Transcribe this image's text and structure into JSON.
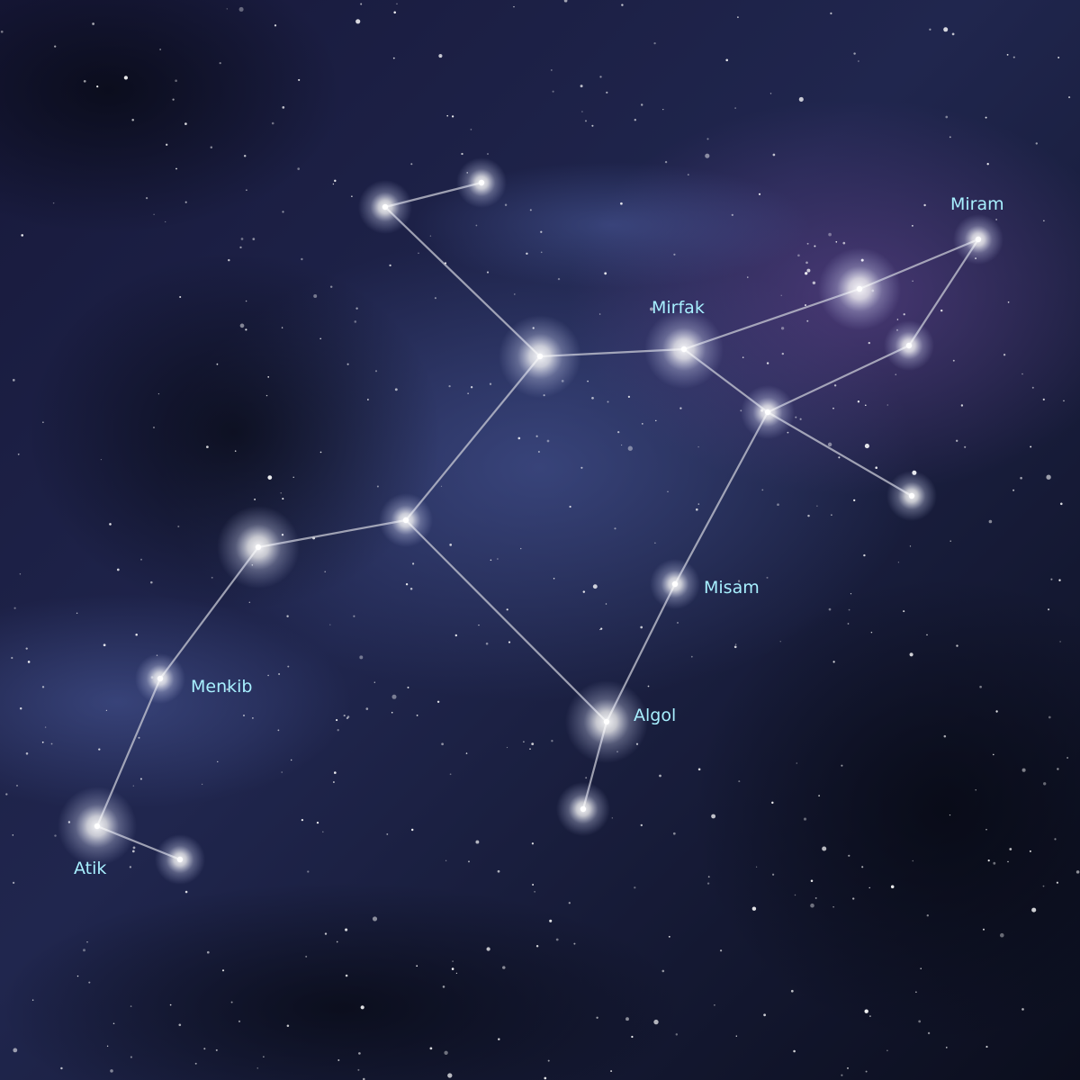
{
  "colors": {
    "label": "#a8f0ff",
    "line": "#c9cbd6",
    "star": "#ffffff",
    "sky_dark": "#0b0f20",
    "sky_blue": "#3a4a86",
    "sky_purple": "#5a3d86"
  },
  "stars": {
    "s1": {
      "label": ""
    },
    "s2": {
      "label": ""
    },
    "s3": {
      "label": ""
    },
    "s4": {
      "label": "Mirfak"
    },
    "s5": {
      "label": ""
    },
    "s6": {
      "label": "Miram"
    },
    "s7": {
      "label": ""
    },
    "s8": {
      "label": ""
    },
    "s9": {
      "label": ""
    },
    "s10": {
      "label": ""
    },
    "s11": {
      "label": ""
    },
    "s12": {
      "label": "Misam"
    },
    "s13": {
      "label": "Menkib"
    },
    "s14": {
      "label": "Algol"
    },
    "s15": {
      "label": ""
    },
    "s16": {
      "label": "Atik"
    },
    "s17": {
      "label": ""
    }
  },
  "connections": [
    [
      "s1",
      "s2"
    ],
    [
      "s1",
      "s3"
    ],
    [
      "s3",
      "s4"
    ],
    [
      "s4",
      "s5"
    ],
    [
      "s5",
      "s6"
    ],
    [
      "s6",
      "s7"
    ],
    [
      "s7",
      "s8"
    ],
    [
      "s4",
      "s8"
    ],
    [
      "s8",
      "s9"
    ],
    [
      "s8",
      "s12"
    ],
    [
      "s12",
      "s14"
    ],
    [
      "s14",
      "s15"
    ],
    [
      "s3",
      "s10"
    ],
    [
      "s10",
      "s11"
    ],
    [
      "s10",
      "s14"
    ],
    [
      "s11",
      "s13"
    ],
    [
      "s13",
      "s16"
    ],
    [
      "s16",
      "s17"
    ]
  ]
}
